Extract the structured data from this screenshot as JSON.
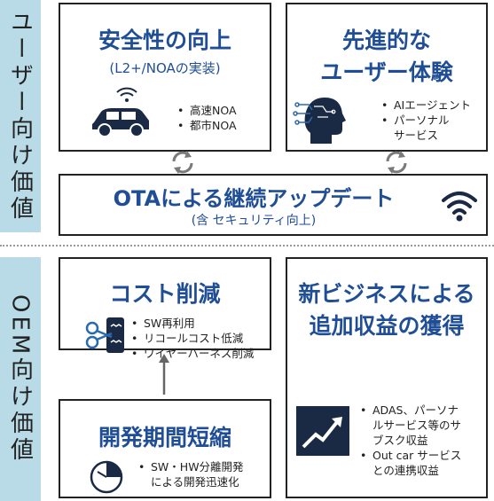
{
  "bands": {
    "user_value": "ユーザー向け価値",
    "oem_value": "OEM向け価値"
  },
  "safety": {
    "title": "安全性の向上",
    "subtitle": "(L2+/NOAの実装)",
    "bullets": [
      "高速NOA",
      "都市NOA"
    ],
    "icon": "car-wifi-icon"
  },
  "experience": {
    "title_line1": "先進的な",
    "title_line2": "ユーザー体験",
    "bullets": [
      "AIエージェント",
      "パーソナル",
      "サービス"
    ],
    "icon": "ai-head-icon"
  },
  "ota": {
    "title": "OTAによる継続アップデート",
    "subtitle": "(含 セキュリティ向上)",
    "icon": "wifi-icon"
  },
  "cost": {
    "title": "コスト削減",
    "bullets": [
      "SW再利用",
      "リコールコスト低減",
      "ワイヤーハーネス削減"
    ],
    "icon": "scissors-cut-icon"
  },
  "revenue": {
    "title_line1": "新ビジネスによる",
    "title_line2": "追加収益の獲得",
    "bullets": [
      "ADAS、パーソナ",
      "ルサービス等のサ",
      "ブスク収益",
      "Out car サービス",
      "との連携収益"
    ],
    "icon": "growth-chart-icon"
  },
  "dev": {
    "title": "開発期間短縮",
    "bullets": [
      "SW・HW分離開発",
      "による開発迅速化"
    ],
    "icon": "clock-icon"
  },
  "colors": {
    "title_blue": "#1f4e96",
    "band_blue": "#b9dbe8",
    "icon_navy": "#1a2a44",
    "icon_blue": "#2a6bb0"
  }
}
